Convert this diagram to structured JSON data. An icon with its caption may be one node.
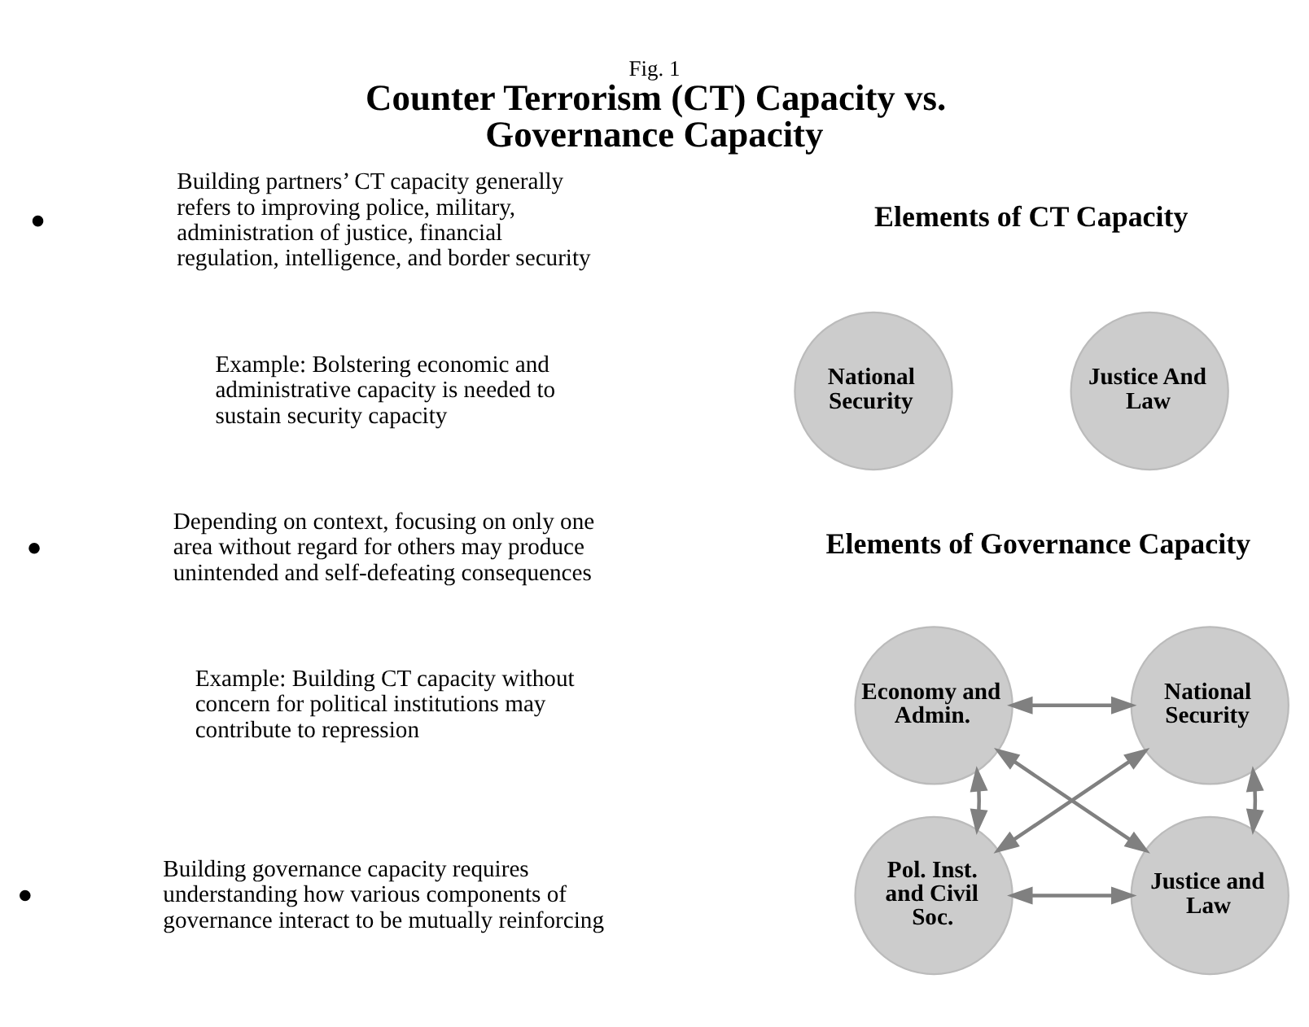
{
  "diagram": {
    "title": "Counter Terrorism (CT) Capacity vs. Governance Capacity",
    "nodes": [
      {
        "text": [
          "National Security"
        ]
      },
      {
        "text": [
          "Justice And Law"
        ]
      },
      {
        "text": [
          "Economy and Admin."
        ]
      },
      {
        "text": [
          "National Security"
        ]
      },
      {
        "text": [
          "Pol. Inst. and Civil Soc."
        ]
      },
      {
        "text": [
          "Justice and Law"
        ]
      }
    ],
    "edges": [
      {
        "from": 2,
        "to": 3,
        "arrow": "both"
      },
      {
        "from": 2,
        "to": 4,
        "arrow": "both"
      },
      {
        "from": 3,
        "to": 5,
        "arrow": "both"
      },
      {
        "from": 2,
        "to": 5,
        "arrow": "both"
      },
      {
        "from": 3,
        "to": 4,
        "arrow": "both"
      },
      {
        "from": 4,
        "to": 5,
        "arrow": "both"
      }
    ],
    "labels": [
      "Fig. 1",
      "Building partners’ CT capacity generally refers to improving police, military, administration of justice, financial regulation, intelligence, and border security",
      "Example: Bolstering economic and administrative capacity is needed to sustain security capacity",
      "Depending on context, focusing on only one area without regard for others may produce unintended and self-defeating consequences",
      "Example: Building CT capacity without concern for political institutions may contribute to repression",
      "Building governance capacity requires understanding how various components of governance interact to be mutually reinforcing",
      "Elements of CT Capacity",
      "Elements of Governance Capacity"
    ]
  }
}
